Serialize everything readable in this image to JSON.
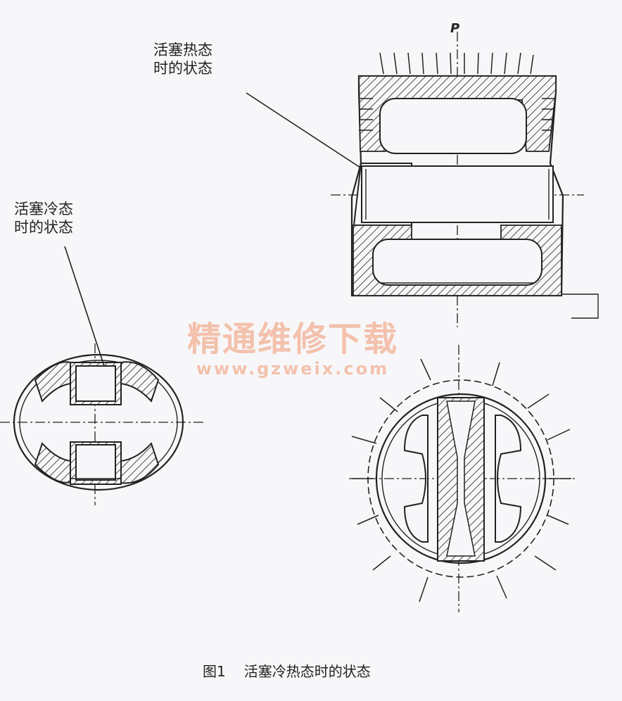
{
  "labels": {
    "hot_line1": "活塞热态",
    "hot_line2": "时的状态",
    "cold_line1": "活塞冷态",
    "cold_line2": "时的状态",
    "force": "P"
  },
  "caption": {
    "number": "图1",
    "text": "活塞冷热态时的状态"
  },
  "watermark": {
    "title": "精通维修下载",
    "url": "www.gzweix.com"
  },
  "colors": {
    "ink": "#222222",
    "background": "#f7f7f9",
    "watermark": "#f0966e"
  }
}
